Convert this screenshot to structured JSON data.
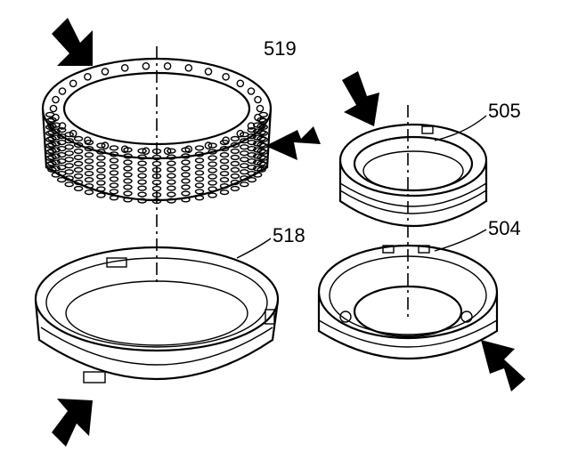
{
  "diagram": {
    "callouts": {
      "spring_assembly": "519",
      "piston_upper": "505",
      "housing_left": "518",
      "housing_right": "504"
    },
    "colors": {
      "ink": "#000000",
      "background": "#ffffff"
    },
    "arrow_icon": "solid-pointer-arrow",
    "arrow_count": 5
  }
}
